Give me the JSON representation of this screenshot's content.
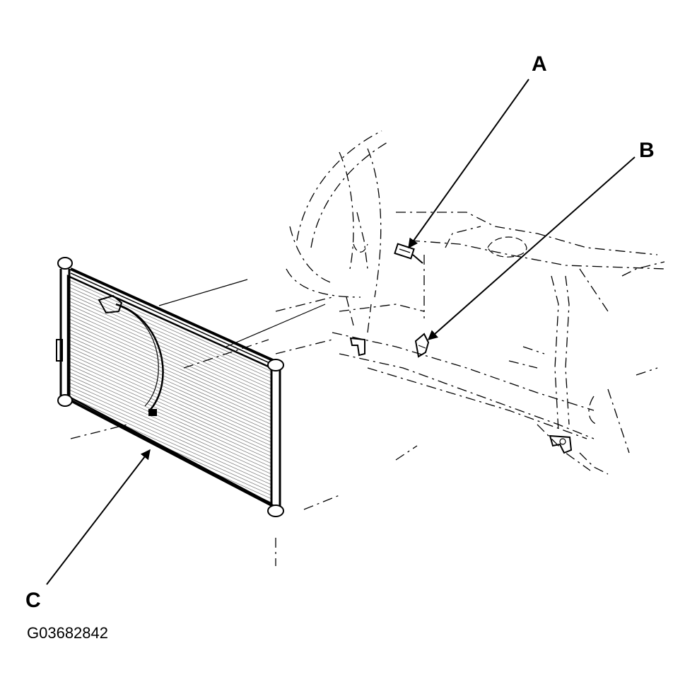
{
  "callouts": {
    "a": "A",
    "b": "B",
    "c": "C"
  },
  "figure_id": "G03682842"
}
